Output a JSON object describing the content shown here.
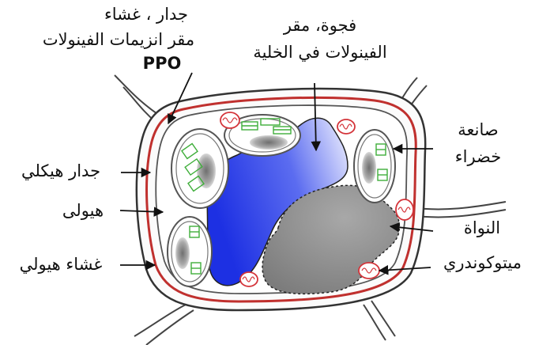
{
  "labels": {
    "wall_membrane_line1": "جدار ، غشاء",
    "wall_membrane_line2": "مقر انزيمات الفينولات",
    "ppo": "PPO",
    "vacuole_line1": "فجوة، مقر",
    "vacuole_line2": "الفينولات في الخلية",
    "chloroplast_line1": "صانعة",
    "chloroplast_line2": "خضراء",
    "cytoskeleton": "جدار هيكلي",
    "cytoplasm": "هيولى",
    "cytoplasm_membrane": "غشاء هيولي",
    "nucleus": "النواة",
    "mitochondria": "ميتوكوندري"
  },
  "colors": {
    "cell_wall": "#c0302e",
    "vacuole_dark": "#1f33e6",
    "vacuole_light": "#eef0ff",
    "nucleus": "#9a9a9a",
    "chloroplast_grana": "#3fae3a",
    "mitochondria": "#d4343a",
    "outline": "#2a2a2a"
  }
}
